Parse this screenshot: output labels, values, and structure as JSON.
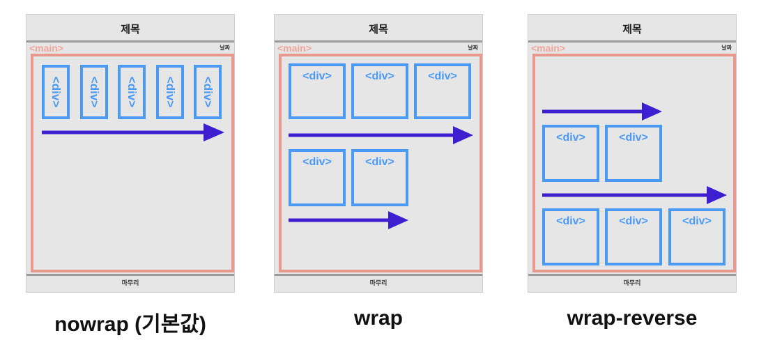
{
  "colors": {
    "panel_bg": "#e6e6e6",
    "main_border": "#e8988c",
    "div_border": "#4a9af4",
    "arrow": "#3d1fd0"
  },
  "panels": [
    {
      "title": "제목",
      "main_label": "<main>",
      "date_label": "날짜",
      "footer": "마무리",
      "div_label": "<div>",
      "caption": "nowrap (기본값)"
    },
    {
      "title": "제목",
      "main_label": "<main>",
      "date_label": "날짜",
      "footer": "마무리",
      "div_label": "<div>",
      "caption": "wrap"
    },
    {
      "title": "제목",
      "main_label": "<main>",
      "date_label": "날짜",
      "footer": "마무리",
      "div_label": "<div>",
      "caption": "wrap-reverse"
    }
  ]
}
